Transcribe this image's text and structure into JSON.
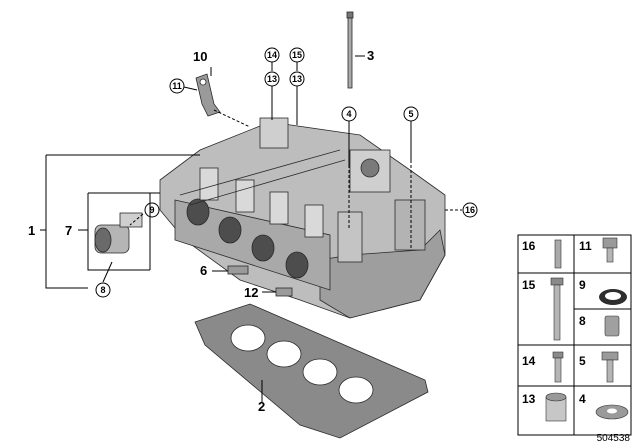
{
  "callouts": {
    "n1": "1",
    "n2": "2",
    "n3": "3",
    "n4": "4",
    "n5": "5",
    "n6": "6",
    "n7": "7",
    "n8": "8",
    "n9": "9",
    "n10": "10",
    "n11": "11",
    "n12": "12",
    "n13a": "13",
    "n13b": "13",
    "n14": "14",
    "n15": "15",
    "n16": "16"
  },
  "table": {
    "r1": [
      "16",
      "11"
    ],
    "r2": [
      "15",
      "9"
    ],
    "r3": [
      "",
      "8"
    ],
    "r4": [
      "14",
      "5"
    ],
    "r5": [
      "13",
      "4"
    ]
  },
  "document_id": "504538",
  "colors": {
    "ink": "#000000",
    "part_light": "#c9c9c9",
    "part_mid": "#9a9a9a",
    "part_dark": "#555555"
  }
}
